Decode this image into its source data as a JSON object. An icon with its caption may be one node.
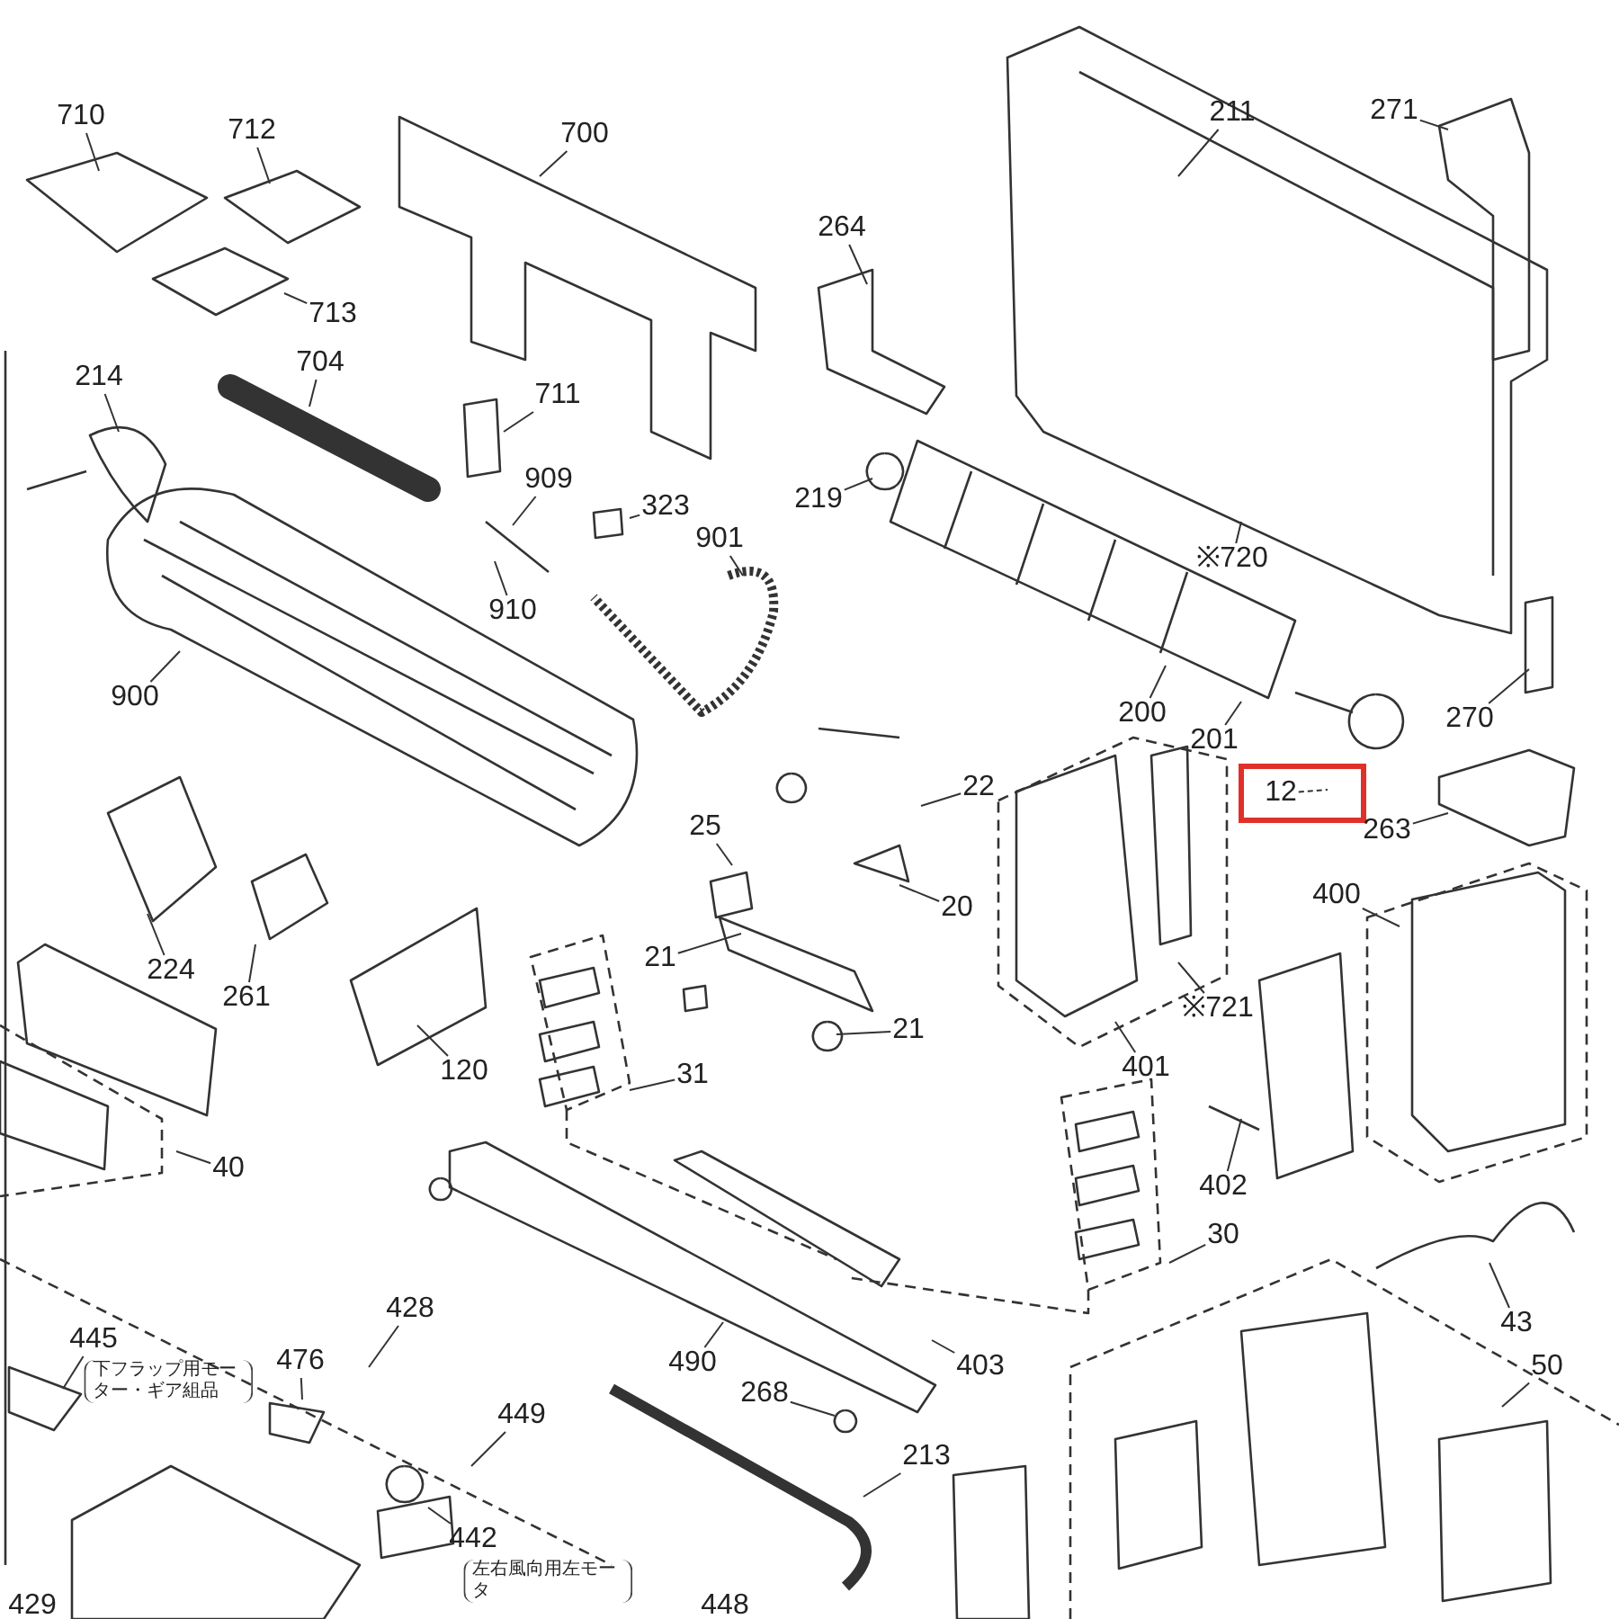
{
  "diagram": {
    "nodes": [
      {
        "text": [
          "710"
        ]
      },
      {
        "text": [
          "712"
        ]
      },
      {
        "text": [
          "700"
        ]
      },
      {
        "text": [
          "211"
        ]
      },
      {
        "text": [
          "271"
        ]
      },
      {
        "text": [
          "713"
        ]
      },
      {
        "text": [
          "264"
        ]
      },
      {
        "text": [
          "214"
        ]
      },
      {
        "text": [
          "704"
        ]
      },
      {
        "text": [
          "711"
        ]
      },
      {
        "text": [
          "219"
        ]
      },
      {
        "text": [
          "909"
        ]
      },
      {
        "text": [
          "323"
        ]
      },
      {
        "text": [
          "901"
        ]
      },
      {
        "text": [
          "910"
        ]
      },
      {
        "text": [
          "※720"
        ]
      },
      {
        "text": [
          "900"
        ]
      },
      {
        "text": [
          "200"
        ]
      },
      {
        "text": [
          "270"
        ]
      },
      {
        "text": [
          "201"
        ]
      },
      {
        "text": [
          "12"
        ]
      },
      {
        "text": [
          "22"
        ]
      },
      {
        "text": [
          "263"
        ]
      },
      {
        "text": [
          "25"
        ]
      },
      {
        "text": [
          "20"
        ]
      },
      {
        "text": [
          "400"
        ]
      },
      {
        "text": [
          "224"
        ]
      },
      {
        "text": [
          "261"
        ]
      },
      {
        "text": [
          "21"
        ]
      },
      {
        "text": [
          "21"
        ]
      },
      {
        "text": [
          "31"
        ]
      },
      {
        "text": [
          "※721"
        ]
      },
      {
        "text": [
          "120"
        ]
      },
      {
        "text": [
          "401"
        ]
      },
      {
        "text": [
          "40"
        ]
      },
      {
        "text": [
          "402"
        ]
      },
      {
        "text": [
          "30"
        ]
      },
      {
        "text": [
          "43"
        ]
      },
      {
        "text": [
          "428"
        ]
      },
      {
        "text": [
          "445"
        ],
        "beside": [
          "下フラップ用モーター・ギア組品"
        ]
      },
      {
        "text": [
          "476"
        ]
      },
      {
        "text": [
          "490"
        ]
      },
      {
        "text": [
          "403"
        ]
      },
      {
        "text": [
          "268"
        ]
      },
      {
        "text": [
          "449"
        ]
      },
      {
        "text": [
          "50"
        ]
      },
      {
        "text": [
          "213"
        ]
      },
      {
        "text": [
          "442"
        ],
        "beside": [
          "左右風向用左モータ"
        ]
      },
      {
        "text": [
          "429"
        ]
      },
      {
        "text": [
          "448"
        ]
      }
    ],
    "edges": [
      {
        "from": 0,
        "to": null,
        "arrow": "none"
      },
      {
        "from": 1,
        "to": null,
        "arrow": "none"
      },
      {
        "from": 2,
        "to": null,
        "arrow": "none"
      },
      {
        "from": 3,
        "to": null,
        "arrow": "none"
      },
      {
        "from": 4,
        "to": null,
        "arrow": "none"
      },
      {
        "from": 5,
        "to": null,
        "arrow": "none"
      },
      {
        "from": 6,
        "to": null,
        "arrow": "none"
      },
      {
        "from": 7,
        "to": null,
        "arrow": "none"
      },
      {
        "from": 8,
        "to": null,
        "arrow": "none"
      },
      {
        "from": 9,
        "to": null,
        "arrow": "none"
      },
      {
        "from": 10,
        "to": null,
        "arrow": "none"
      },
      {
        "from": 11,
        "to": null,
        "arrow": "none"
      },
      {
        "from": 12,
        "to": null,
        "arrow": "none"
      },
      {
        "from": 13,
        "to": null,
        "arrow": "none"
      },
      {
        "from": 14,
        "to": null,
        "arrow": "none"
      },
      {
        "from": 15,
        "to": null,
        "arrow": "none"
      },
      {
        "from": 16,
        "to": null,
        "arrow": "none"
      },
      {
        "from": 17,
        "to": null,
        "arrow": "none"
      },
      {
        "from": 18,
        "to": null,
        "arrow": "none"
      },
      {
        "from": 19,
        "to": null,
        "arrow": "none"
      },
      {
        "from": 20,
        "to": null,
        "arrow": "none",
        "style": "dashed"
      },
      {
        "from": 21,
        "to": null,
        "arrow": "none"
      },
      {
        "from": 22,
        "to": null,
        "arrow": "none"
      },
      {
        "from": 23,
        "to": null,
        "arrow": "none"
      },
      {
        "from": 24,
        "to": null,
        "arrow": "none"
      },
      {
        "from": 25,
        "to": null,
        "arrow": "none"
      },
      {
        "from": 26,
        "to": null,
        "arrow": "none"
      },
      {
        "from": 27,
        "to": null,
        "arrow": "none"
      },
      {
        "from": 28,
        "to": null,
        "arrow": "none"
      },
      {
        "from": 29,
        "to": null,
        "arrow": "none"
      },
      {
        "from": 30,
        "to": null,
        "arrow": "none"
      },
      {
        "from": 31,
        "to": null,
        "arrow": "none"
      },
      {
        "from": 32,
        "to": null,
        "arrow": "none"
      },
      {
        "from": 33,
        "to": null,
        "arrow": "none"
      },
      {
        "from": 34,
        "to": null,
        "arrow": "none"
      },
      {
        "from": 35,
        "to": null,
        "arrow": "none"
      },
      {
        "from": 36,
        "to": null,
        "arrow": "none"
      },
      {
        "from": 37,
        "to": null,
        "arrow": "none"
      },
      {
        "from": 38,
        "to": null,
        "arrow": "none"
      },
      {
        "from": 39,
        "to": null,
        "arrow": "none"
      },
      {
        "from": 40,
        "to": null,
        "arrow": "none"
      },
      {
        "from": 41,
        "to": null,
        "arrow": "none"
      },
      {
        "from": 42,
        "to": null,
        "arrow": "none"
      },
      {
        "from": 43,
        "to": null,
        "arrow": "none"
      },
      {
        "from": 44,
        "to": null,
        "arrow": "none"
      },
      {
        "from": 45,
        "to": null,
        "arrow": "none"
      },
      {
        "from": 46,
        "to": null,
        "arrow": "none"
      },
      {
        "from": 47,
        "to": null,
        "arrow": "none"
      }
    ]
  }
}
